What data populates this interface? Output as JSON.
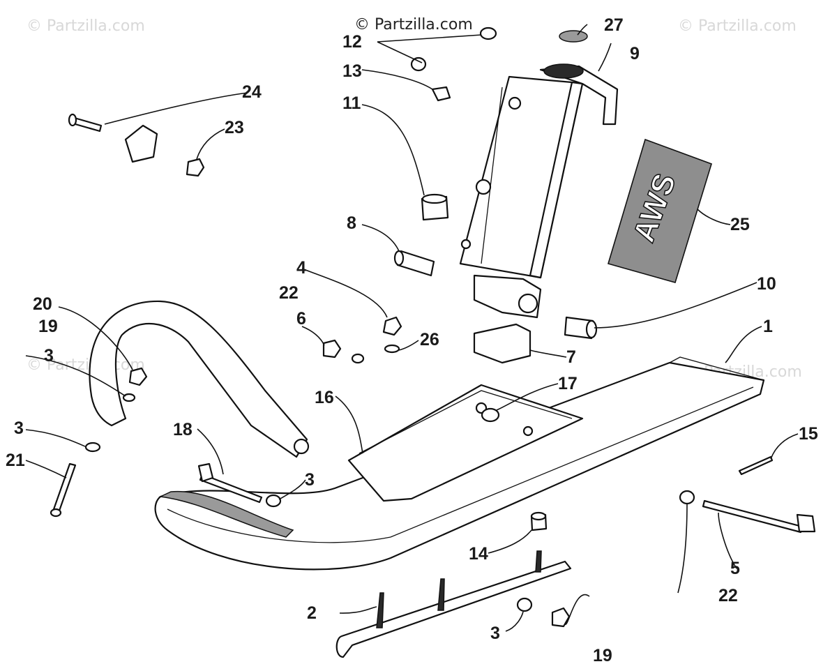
{
  "watermarks": [
    {
      "id": "wm-top-left",
      "text": "© Partzilla.com"
    },
    {
      "id": "wm-top-center",
      "text": "© Partzilla.com"
    },
    {
      "id": "wm-top-right",
      "text": "© Partzilla.com"
    },
    {
      "id": "wm-mid-left",
      "text": "© Partzilla.com"
    },
    {
      "id": "wm-mid-right",
      "text": "© Partzilla.com"
    }
  ],
  "decal": {
    "text": "AWS"
  },
  "callouts": [
    {
      "id": "c1",
      "text": "1"
    },
    {
      "id": "c2",
      "text": "2"
    },
    {
      "id": "c3a",
      "text": "3"
    },
    {
      "id": "c3b",
      "text": "3"
    },
    {
      "id": "c3c",
      "text": "3"
    },
    {
      "id": "c3d",
      "text": "3"
    },
    {
      "id": "c4",
      "text": "4"
    },
    {
      "id": "c5",
      "text": "5"
    },
    {
      "id": "c6",
      "text": "6"
    },
    {
      "id": "c7",
      "text": "7"
    },
    {
      "id": "c8",
      "text": "8"
    },
    {
      "id": "c9",
      "text": "9"
    },
    {
      "id": "c10",
      "text": "10"
    },
    {
      "id": "c11",
      "text": "11"
    },
    {
      "id": "c12",
      "text": "12"
    },
    {
      "id": "c13",
      "text": "13"
    },
    {
      "id": "c14",
      "text": "14"
    },
    {
      "id": "c15",
      "text": "15"
    },
    {
      "id": "c16",
      "text": "16"
    },
    {
      "id": "c17",
      "text": "17"
    },
    {
      "id": "c18",
      "text": "18"
    },
    {
      "id": "c19a",
      "text": "19"
    },
    {
      "id": "c19b",
      "text": "19"
    },
    {
      "id": "c20",
      "text": "20"
    },
    {
      "id": "c21",
      "text": "21"
    },
    {
      "id": "c22a",
      "text": "22"
    },
    {
      "id": "c22b",
      "text": "22"
    },
    {
      "id": "c23",
      "text": "23"
    },
    {
      "id": "c24",
      "text": "24"
    },
    {
      "id": "c25",
      "text": "25"
    },
    {
      "id": "c26",
      "text": "26"
    },
    {
      "id": "c27",
      "text": "27"
    }
  ]
}
